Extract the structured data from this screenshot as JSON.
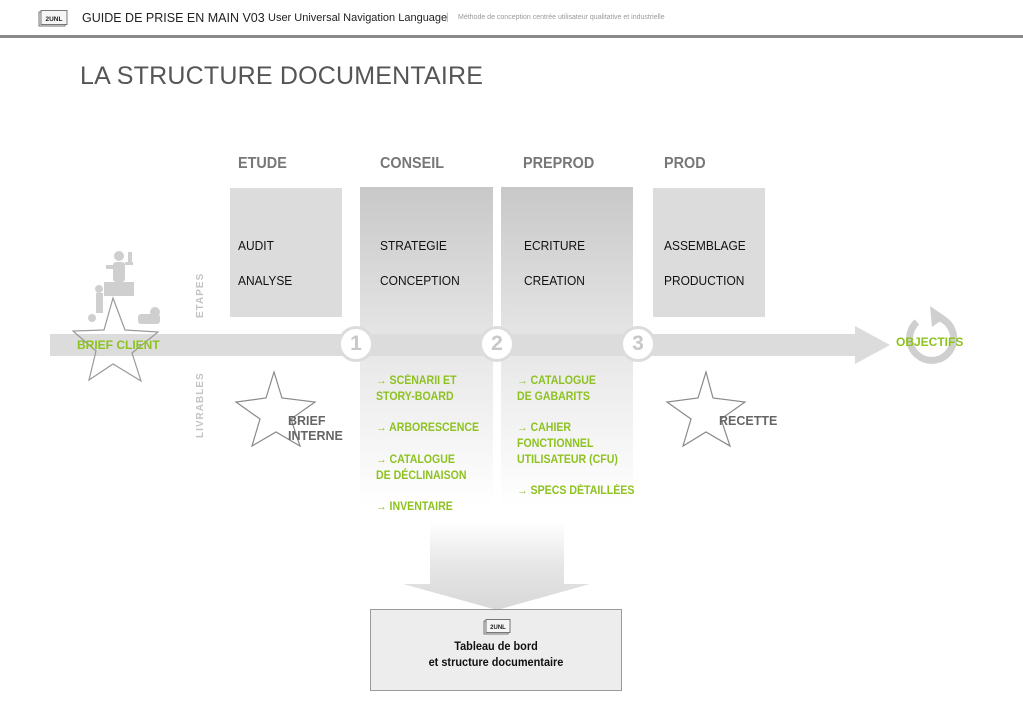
{
  "header": {
    "logo_text": "2UNL",
    "doc_title": "GUIDE DE PRISE EN MAIN V03",
    "subtitle": "User Universal Navigation Language",
    "separator": "|",
    "tagline": "Méthode de conception centrée utilisateur qualitative et industrielle"
  },
  "page_title": "LA STRUCTURE DOCUMENTAIRE",
  "side_labels": {
    "etapes": "ETAPES",
    "livrables": "LIVRABLES"
  },
  "phases": [
    {
      "title": "ETUDE",
      "steps": [
        "AUDIT",
        "ANALYSE"
      ]
    },
    {
      "title": "CONSEIL",
      "steps": [
        "STRATEGIE",
        "CONCEPTION"
      ]
    },
    {
      "title": "PREPROD",
      "steps": [
        "ECRITURE",
        "CREATION"
      ]
    },
    {
      "title": "PROD",
      "steps": [
        "ASSEMBLAGE",
        "PRODUCTION"
      ]
    }
  ],
  "flow": {
    "start": "BRIEF CLIENT",
    "end": "OBJECTIFS",
    "milestones": [
      "1",
      "2",
      "3"
    ]
  },
  "deliverables": {
    "etude": {
      "line1": "BRIEF",
      "line2": "INTERNE"
    },
    "conseil": [
      {
        "line1": "→ SCÉNARII ET",
        "line2": "STORY-BOARD"
      },
      {
        "line1": "→  ARBORESCENCE",
        "line2": ""
      },
      {
        "line1": "→  CATALOGUE",
        "line2": "DE DÉCLINAISON"
      },
      {
        "line1": "→ INVENTAIRE",
        "line2": ""
      }
    ],
    "preprod": [
      {
        "line1": "→ CATALOGUE",
        "line2": "DE GABARITS",
        "line3": ""
      },
      {
        "line1": "→ CAHIER",
        "line2": "FONCTIONNEL",
        "line3": "UTILISATEUR (CFU)"
      },
      {
        "line1": "→ SPECS DÉTAILLÉES",
        "line2": "",
        "line3": ""
      }
    ],
    "prod": "RECETTE"
  },
  "dashboard": {
    "logo_text": "2UNL",
    "line1": "Tableau de bord",
    "line2": "et  structure documentaire"
  },
  "colors": {
    "accent_green": "#8dc21f",
    "grey_box": "#dcdcdc",
    "arrow_grey": "#dcdcdc"
  }
}
